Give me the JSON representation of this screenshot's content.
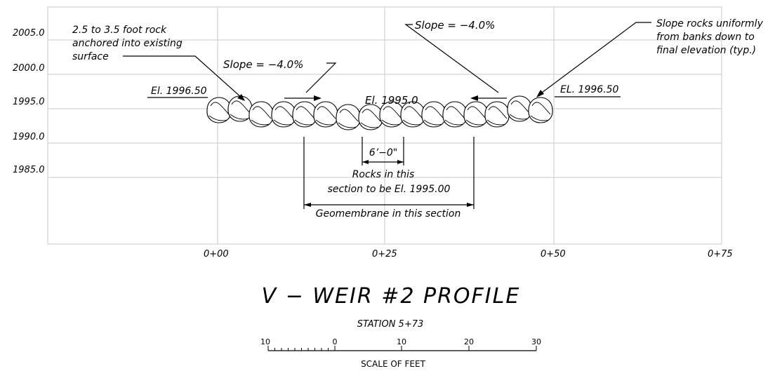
{
  "elevation_labels": [
    "2005.0",
    "2000.0",
    "1995.0",
    "1990.0",
    "1985.0"
  ],
  "station_labels": [
    "0+00",
    "0+25",
    "0+50",
    "0+75"
  ],
  "annotations": {
    "rock_note": [
      "2.5 to 3.5 foot rock",
      "anchored into existing",
      "surface"
    ],
    "slope_left": "Slope = −4.0%",
    "slope_right": "Slope = −4.0%",
    "slope_rocks_note": [
      "Slope rocks uniformly",
      "from banks down to",
      "final elevation (typ.)"
    ],
    "el_left": "El. 1996.50",
    "el_right": "EL. 1996.50",
    "el_center": "El. 1995.0",
    "spacing": "6’−0\"",
    "rocks_section": [
      "Rocks in this",
      "section to be El. 1995.00"
    ],
    "geomembrane": "Geomembrane in this section"
  },
  "title": "V − WEIR #2 PROFILE",
  "subtitle": "STATION 5+73",
  "scale_bar": {
    "labels": [
      "10",
      "0",
      "10",
      "20",
      "30"
    ],
    "caption": "SCALE OF FEET"
  },
  "colors": {
    "grid": "#c8c8c8",
    "ink": "#000000"
  }
}
